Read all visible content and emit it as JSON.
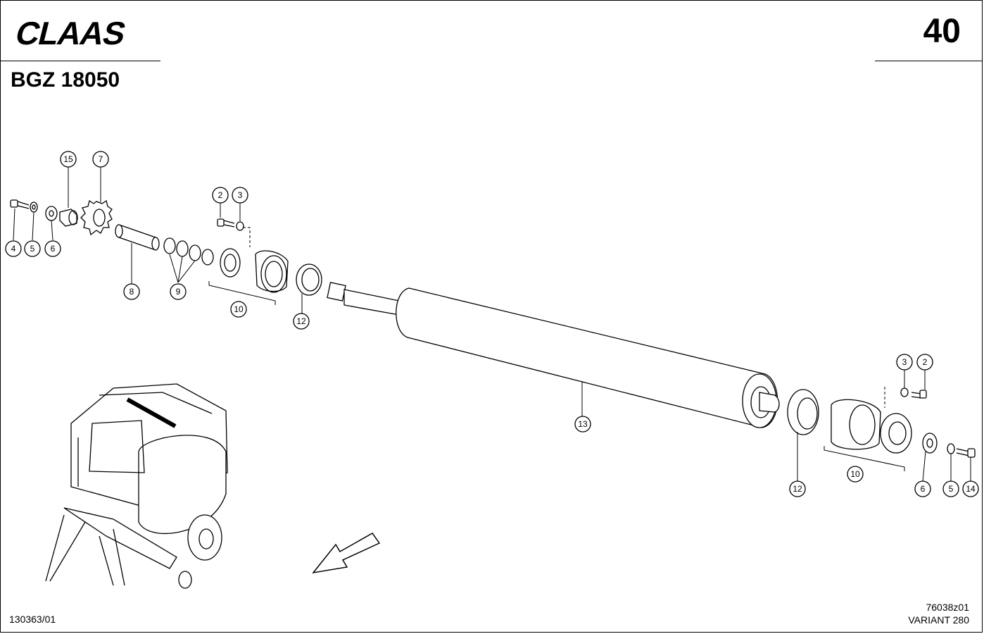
{
  "header": {
    "brand_logo_text": "CLAAS",
    "page_number": "40",
    "doc_code": "BGZ 18050"
  },
  "footer": {
    "left_code": "130363/01",
    "drawing_ref": "76038z01",
    "model": "VARIANT 280"
  },
  "callouts": {
    "c4": "4",
    "c5": "5",
    "c6": "6",
    "c15": "15",
    "c7": "7",
    "c8": "8",
    "c9": "9",
    "c2a": "2",
    "c3a": "3",
    "c10a": "10",
    "c12a": "12",
    "c13": "13",
    "c3b": "3",
    "c2b": "2",
    "c12b": "12",
    "c10b": "10",
    "c6b": "6",
    "c5b": "5",
    "c14": "14"
  }
}
